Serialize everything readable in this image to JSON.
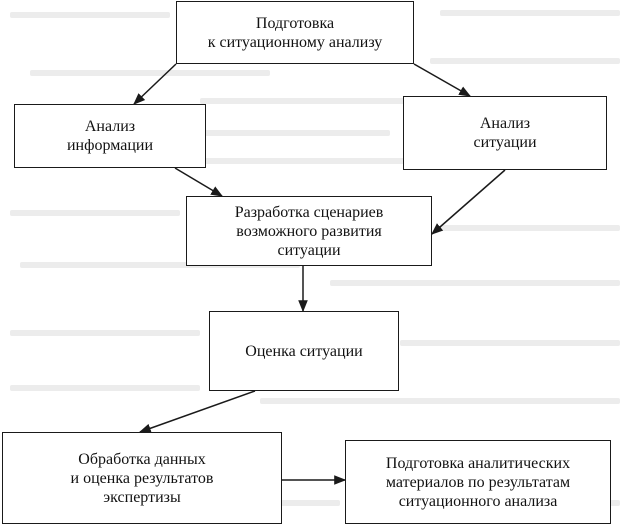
{
  "diagram": {
    "nodes": {
      "prep": {
        "lines": [
          "Подготовка",
          "к ситуационному анализу"
        ]
      },
      "info": {
        "lines": [
          "Анализ",
          "информации"
        ]
      },
      "situation": {
        "lines": [
          "Анализ",
          "ситуации"
        ]
      },
      "scenarios": {
        "lines": [
          "Разработка сценариев",
          "возможного развития",
          "ситуации"
        ]
      },
      "assessment": {
        "lines": [
          "Оценка ситуации"
        ]
      },
      "processing": {
        "lines": [
          "Обработка данных",
          "и оценка результатов",
          "экспертизы"
        ]
      },
      "materials": {
        "lines": [
          "Подготовка аналитических",
          "материалов по результатам",
          "ситуационного анализа"
        ]
      }
    },
    "edges": [
      [
        "prep",
        "info"
      ],
      [
        "prep",
        "situation"
      ],
      [
        "info",
        "scenarios"
      ],
      [
        "situation",
        "scenarios"
      ],
      [
        "scenarios",
        "assessment"
      ],
      [
        "assessment",
        "processing"
      ],
      [
        "processing",
        "materials"
      ]
    ]
  }
}
